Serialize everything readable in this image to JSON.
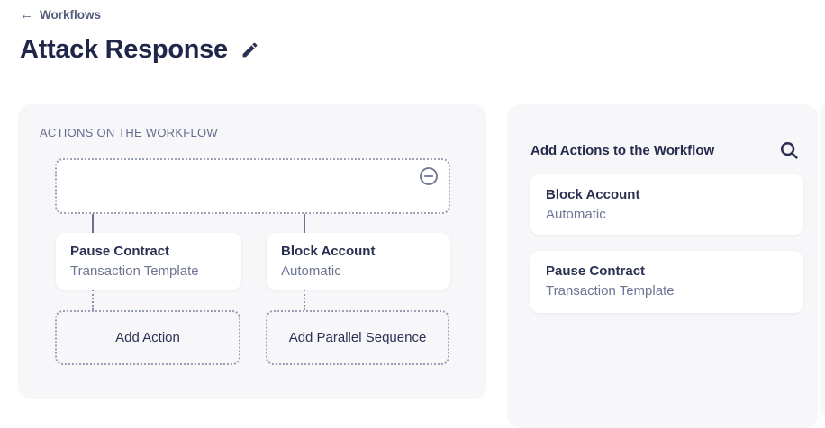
{
  "icons": {
    "back_arrow": "←"
  },
  "header": {
    "back_label": "Workflows",
    "title": "Attack Response"
  },
  "workflow_panel": {
    "section_label": "ACTIONS ON THE WORKFLOW",
    "nodes": [
      {
        "title": "Pause Contract",
        "subtitle": "Transaction Template"
      },
      {
        "title": "Block Account",
        "subtitle": "Automatic"
      }
    ],
    "add_action_label": "Add Action",
    "add_parallel_label": "Add Parallel Sequence"
  },
  "actions_panel": {
    "title": "Add Actions to the Workflow",
    "items": [
      {
        "title": "Block Account",
        "subtitle": "Automatic"
      },
      {
        "title": "Pause Contract",
        "subtitle": "Transaction Template"
      }
    ]
  },
  "colors": {
    "panel_bg": "#f7f7f9",
    "heading": "#20254a",
    "text_primary": "#2b3052",
    "text_secondary": "#6e7493",
    "dotted_border": "#9aa0b6",
    "connector": "#6a7090"
  }
}
